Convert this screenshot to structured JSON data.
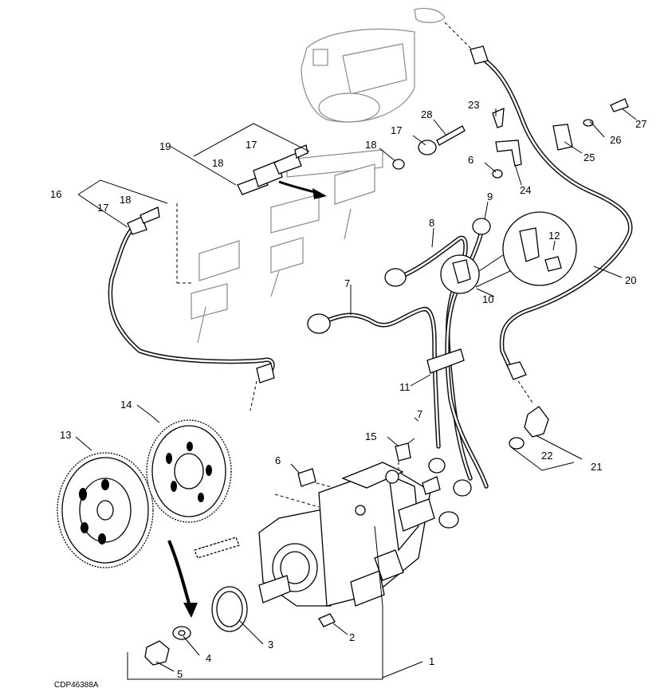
{
  "figure_code": "CDP46388A",
  "callouts": [
    "1",
    "2",
    "3",
    "4",
    "5",
    "6",
    "6",
    "7",
    "7",
    "8",
    "9",
    "10",
    "11",
    "12",
    "13",
    "14",
    "15",
    "16",
    "17",
    "17",
    "17",
    "18",
    "18",
    "18",
    "19",
    "20",
    "21",
    "22",
    "23",
    "24",
    "25",
    "26",
    "27",
    "28"
  ],
  "colors": {
    "ink": "#000000",
    "ghost": "#8a8a8a",
    "background": "#ffffff"
  }
}
